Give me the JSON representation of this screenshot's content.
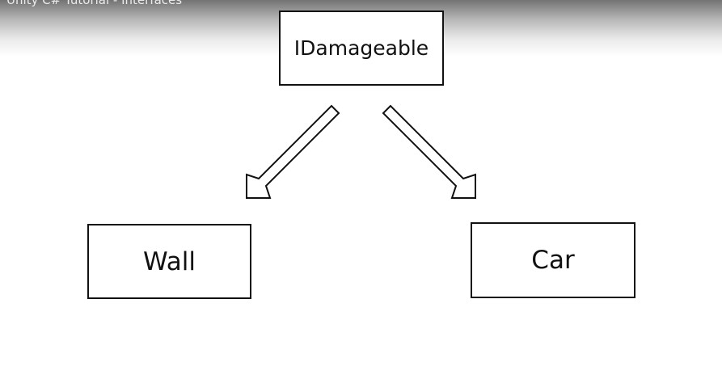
{
  "video": {
    "title": "Unity C# Tutorial - Interfaces"
  },
  "diagram": {
    "nodes": {
      "interface": {
        "label": "IDamageable"
      },
      "wall": {
        "label": "Wall"
      },
      "car": {
        "label": "Car"
      }
    },
    "edges": [
      {
        "from": "interface",
        "to": "wall",
        "style": "hollow-arrow"
      },
      {
        "from": "interface",
        "to": "car",
        "style": "hollow-arrow"
      }
    ]
  },
  "colors": {
    "line": "#111111",
    "background": "#ffffff"
  }
}
